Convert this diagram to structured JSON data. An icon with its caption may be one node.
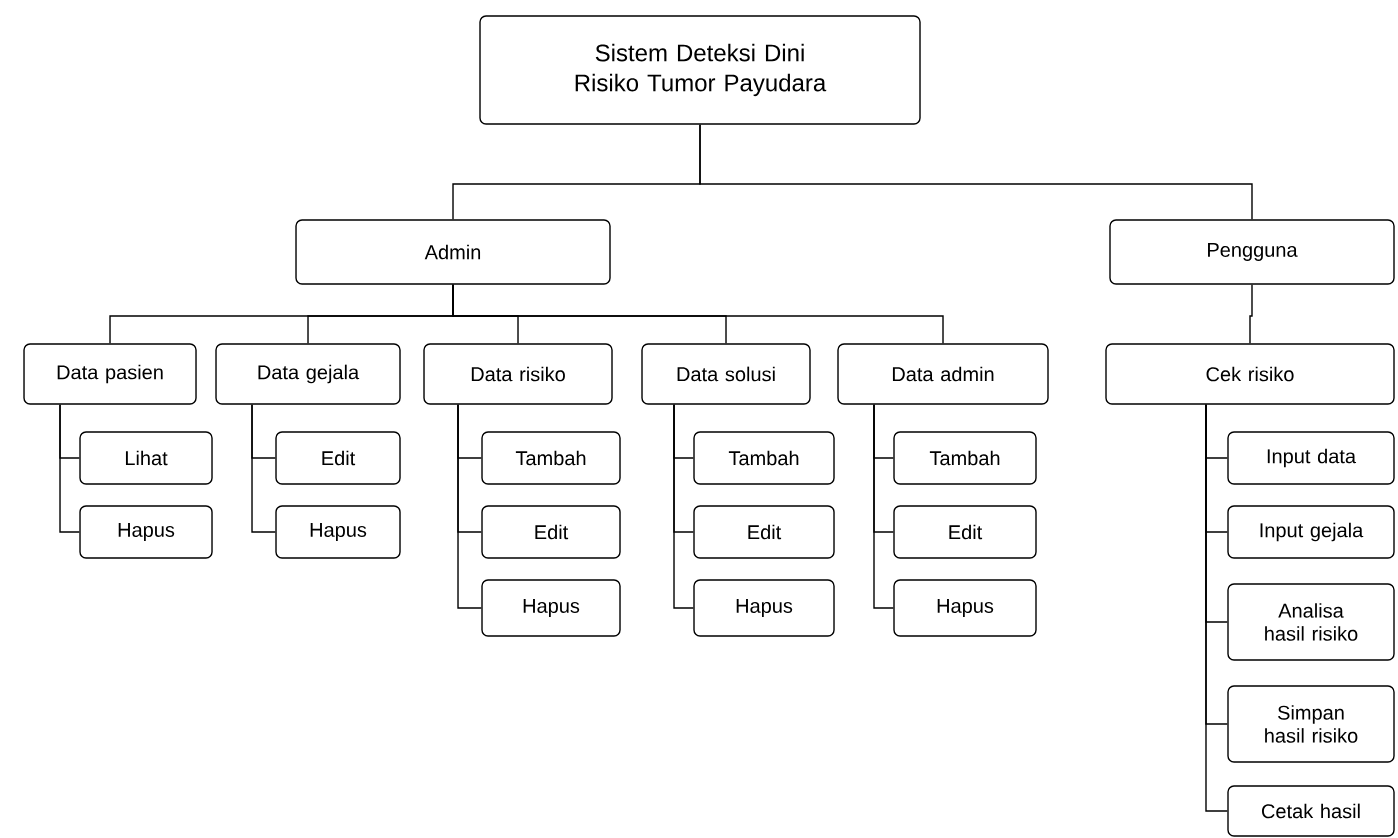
{
  "diagram": {
    "nodes": [
      {
        "text": [
          "Sistem Deteksi Dini Risiko Tumor Payudara"
        ]
      },
      {
        "text": [
          "Admin"
        ]
      },
      {
        "text": [
          "Pengguna"
        ]
      },
      {
        "text": [
          "Data pasien"
        ]
      },
      {
        "text": [
          "Data gejala"
        ]
      },
      {
        "text": [
          "Data risiko"
        ]
      },
      {
        "text": [
          "Data solusi"
        ]
      },
      {
        "text": [
          "Data admin"
        ]
      },
      {
        "text": [
          "Cek risiko"
        ]
      },
      {
        "text": [
          "Lihat"
        ]
      },
      {
        "text": [
          "Hapus"
        ]
      },
      {
        "text": [
          "Edit"
        ]
      },
      {
        "text": [
          "Hapus"
        ]
      },
      {
        "text": [
          "Tambah"
        ]
      },
      {
        "text": [
          "Edit"
        ]
      },
      {
        "text": [
          "Hapus"
        ]
      },
      {
        "text": [
          "Tambah"
        ]
      },
      {
        "text": [
          "Edit"
        ]
      },
      {
        "text": [
          "Hapus"
        ]
      },
      {
        "text": [
          "Tambah"
        ]
      },
      {
        "text": [
          "Edit"
        ]
      },
      {
        "text": [
          "Hapus"
        ]
      },
      {
        "text": [
          "Input data"
        ]
      },
      {
        "text": [
          "Input gejala"
        ]
      },
      {
        "text": [
          "Analisa hasil risiko"
        ]
      },
      {
        "text": [
          "Simpan hasil risiko"
        ]
      },
      {
        "text": [
          "Cetak hasil"
        ]
      }
    ],
    "edges": [
      {
        "from": 0,
        "to": 1,
        "arrow": "none"
      },
      {
        "from": 0,
        "to": 2,
        "arrow": "none"
      },
      {
        "from": 1,
        "to": 3,
        "arrow": "none"
      },
      {
        "from": 1,
        "to": 4,
        "arrow": "none"
      },
      {
        "from": 1,
        "to": 5,
        "arrow": "none"
      },
      {
        "from": 1,
        "to": 6,
        "arrow": "none"
      },
      {
        "from": 1,
        "to": 7,
        "arrow": "none"
      },
      {
        "from": 2,
        "to": 8,
        "arrow": "none"
      },
      {
        "from": 3,
        "to": 9,
        "arrow": "none"
      },
      {
        "from": 3,
        "to": 10,
        "arrow": "none"
      },
      {
        "from": 4,
        "to": 11,
        "arrow": "none"
      },
      {
        "from": 4,
        "to": 12,
        "arrow": "none"
      },
      {
        "from": 5,
        "to": 13,
        "arrow": "none"
      },
      {
        "from": 5,
        "to": 14,
        "arrow": "none"
      },
      {
        "from": 5,
        "to": 15,
        "arrow": "none"
      },
      {
        "from": 6,
        "to": 16,
        "arrow": "none"
      },
      {
        "from": 6,
        "to": 17,
        "arrow": "none"
      },
      {
        "from": 6,
        "to": 18,
        "arrow": "none"
      },
      {
        "from": 7,
        "to": 19,
        "arrow": "none"
      },
      {
        "from": 7,
        "to": 20,
        "arrow": "none"
      },
      {
        "from": 7,
        "to": 21,
        "arrow": "none"
      },
      {
        "from": 8,
        "to": 22,
        "arrow": "none"
      },
      {
        "from": 8,
        "to": 23,
        "arrow": "none"
      },
      {
        "from": 8,
        "to": 24,
        "arrow": "none"
      },
      {
        "from": 8,
        "to": 25,
        "arrow": "none"
      },
      {
        "from": 8,
        "to": 26,
        "arrow": "none"
      }
    ]
  }
}
